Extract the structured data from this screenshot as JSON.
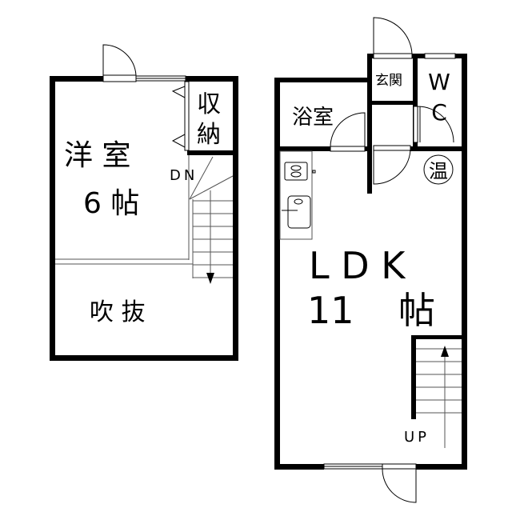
{
  "upper_floor": {
    "western_room": {
      "name": "洋 室",
      "size": "6 帖"
    },
    "storage": {
      "line1": "収",
      "line2": "納"
    },
    "stair_label": "DN",
    "void": "吹 抜"
  },
  "lower_floor": {
    "bathroom": "浴室",
    "entrance": "玄関",
    "toilet": {
      "line1": "W",
      "line2": "C"
    },
    "water_heater": "温",
    "ldk": {
      "name": "L D K",
      "size_num": "11",
      "size_unit": "帖"
    },
    "stair_label": "UP"
  }
}
